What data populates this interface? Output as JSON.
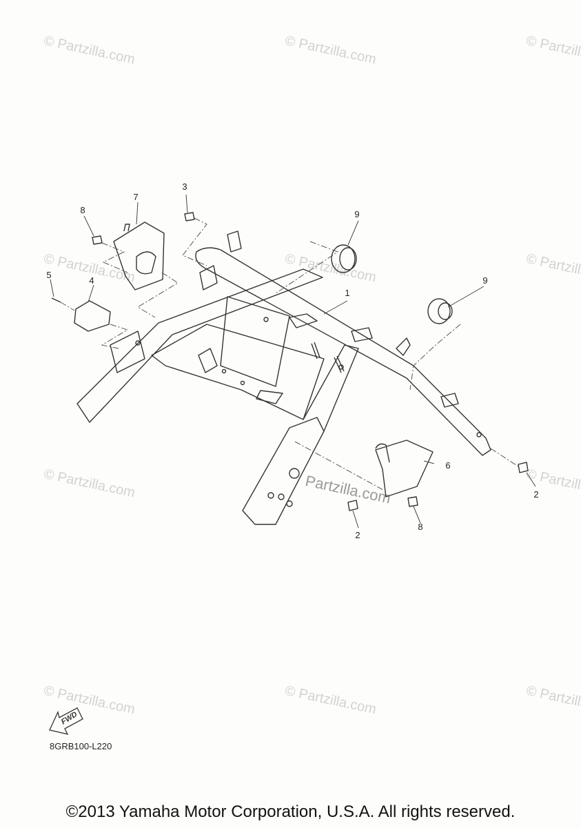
{
  "callouts": {
    "c1": "1",
    "c2a": "2",
    "c2b": "2",
    "c3": "3",
    "c4": "4",
    "c5": "5",
    "c6": "6",
    "c7": "7",
    "c8a": "8",
    "c8b": "8",
    "c9a": "9",
    "c9b": "9"
  },
  "watermark": {
    "text": "© Partzilla.com",
    "center_text": "Partzilla.com"
  },
  "diagram_code": "8GRB100-L220",
  "fwd_label": "FWD",
  "copyright": "©2013 Yamaha Motor Corporation, U.S.A. All rights reserved."
}
